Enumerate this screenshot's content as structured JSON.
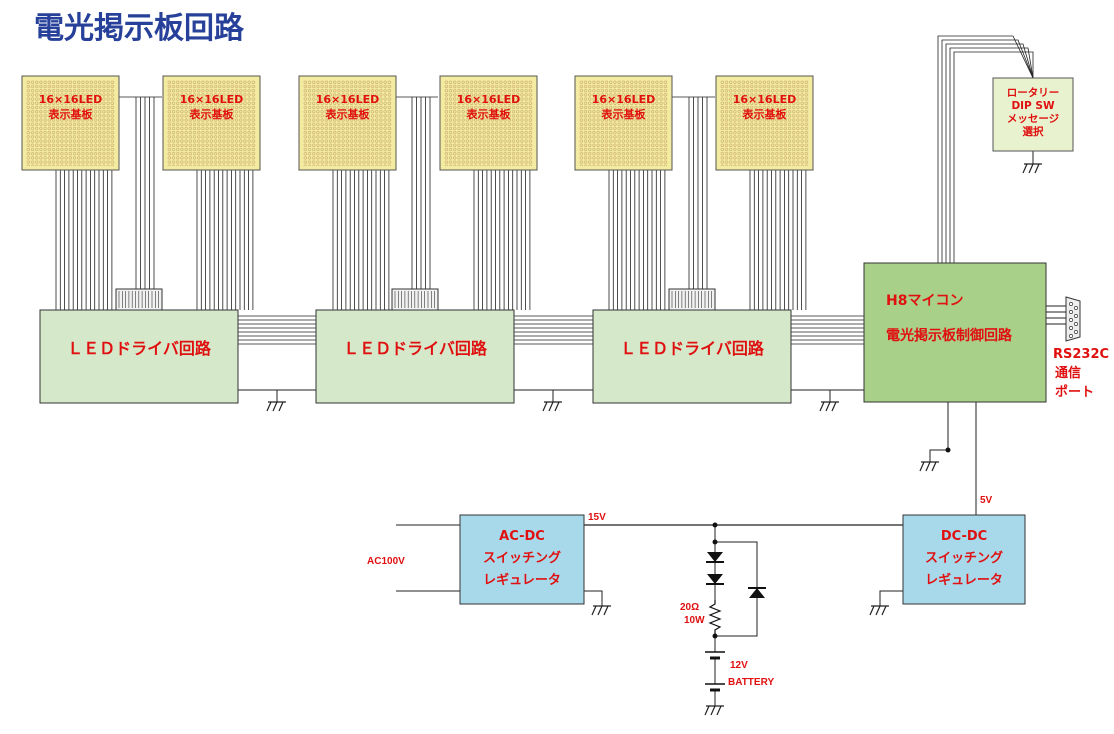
{
  "title": "電光掲示板回路",
  "led_board": {
    "line1": "16×16LED",
    "line2": "表示基板"
  },
  "driver_label": "ＬＥＤドライバ回路",
  "mcu": {
    "line1": "H8マイコン",
    "line2": "電光掲示板制御回路"
  },
  "rotary": {
    "line1": "ロータリー",
    "line2": "DIP SW",
    "line3": "メッセージ",
    "line4": "選択"
  },
  "rs232c": {
    "line1": "RS232C",
    "line2": "通信",
    "line3": "ポート"
  },
  "acdc": {
    "line1": "AC-DC",
    "line2": "スイッチング",
    "line3": "レギュレータ"
  },
  "dcdc": {
    "line1": "DC-DC",
    "line2": "スイッチング",
    "line3": "レギュレータ"
  },
  "ac_input": "AC100V",
  "v15": "15V",
  "v5": "5V",
  "resistor": {
    "line1": "20Ω",
    "line2": "10W"
  },
  "battery": {
    "line1": "12V",
    "line2": "BATTERY"
  },
  "colors": {
    "title": "#27419a",
    "led_board_fill": "#f3eba0",
    "driver_fill": "#d5e8c9",
    "mcu_fill": "#a9d088",
    "rotary_fill": "#e9f2ce",
    "regulator_fill": "#a8d9ea",
    "label_red": "#e01010"
  }
}
